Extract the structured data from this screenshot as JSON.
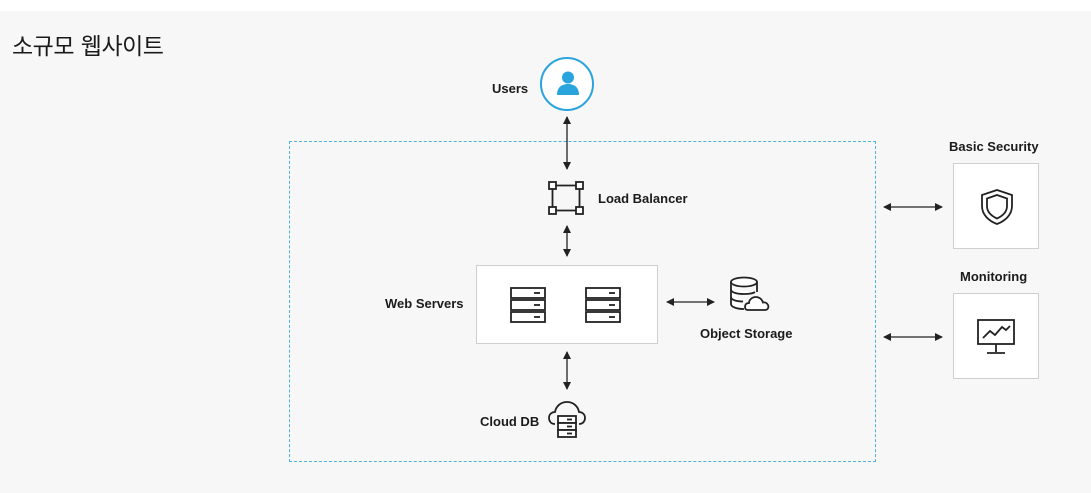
{
  "title": "소규모 웹사이트",
  "nodes": {
    "users": "Users",
    "load_balancer": "Load Balancer",
    "web_servers": "Web Servers",
    "object_storage": "Object Storage",
    "cloud_db": "Cloud DB",
    "basic_security": "Basic Security",
    "monitoring": "Monitoring"
  },
  "icons": {
    "users": "user-icon",
    "load_balancer": "load-balancer-icon",
    "web_servers": "server-icon",
    "object_storage": "database-cloud-icon",
    "cloud_db": "cloud-database-icon",
    "basic_security": "shield-icon",
    "monitoring": "monitor-chart-icon"
  },
  "colors": {
    "accent": "#2aa4dc",
    "dashed_border": "#4fb3d8",
    "background": "#f7f7f7"
  }
}
